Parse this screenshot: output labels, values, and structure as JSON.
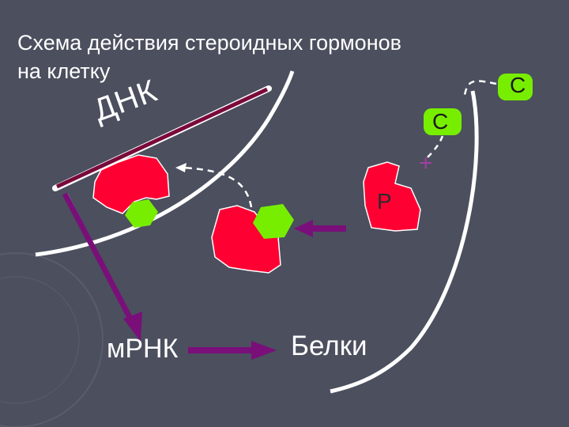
{
  "title": "Схема действия стероидных гормонов\nна клетку",
  "labels": {
    "dna": "ДНК",
    "mrna": "мРНК",
    "proteins": "Белки",
    "hormone_top": "С",
    "hormone_mid": "С",
    "receptor": "Р",
    "plus": "+"
  },
  "colors": {
    "background": "#4b4f5e",
    "membrane": "#ffffff",
    "complex_red": "#ff0033",
    "hormone_green": "#77ee00",
    "arrow_purple": "#7a0f7a"
  }
}
